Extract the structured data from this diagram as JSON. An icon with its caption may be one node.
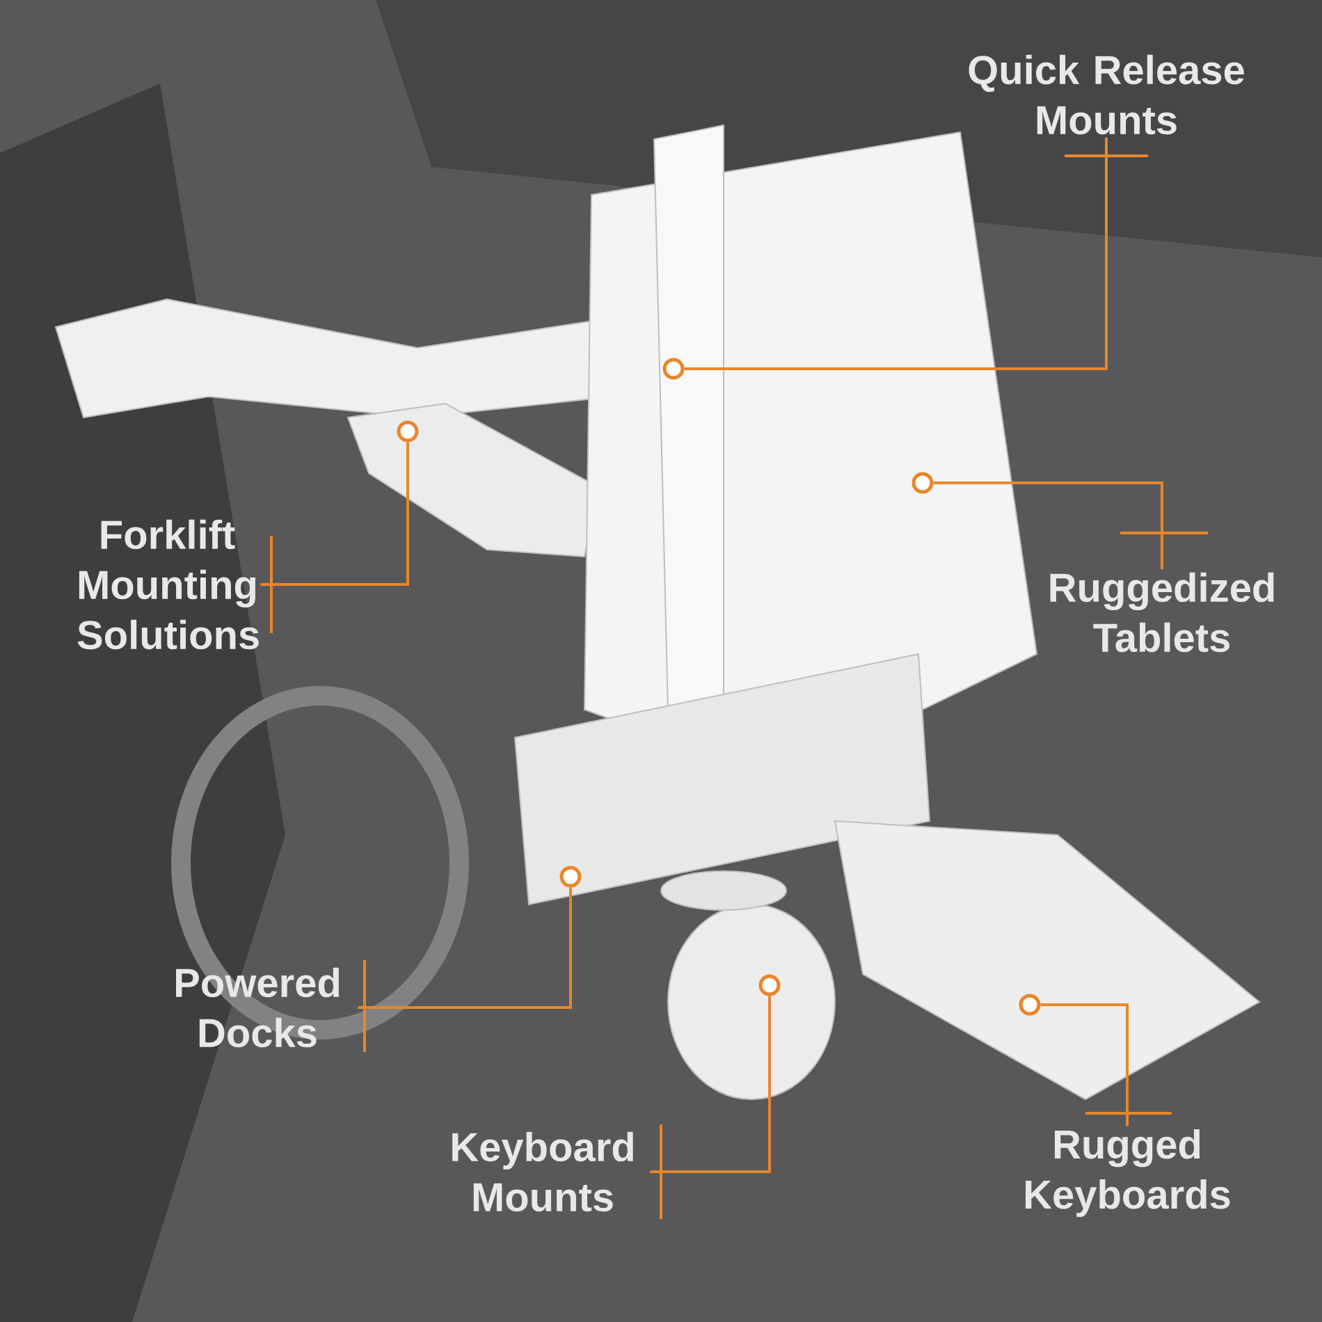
{
  "diagram": {
    "nodes": [
      {
        "text": [
          "Quick Release Mounts"
        ]
      },
      {
        "text": [
          "Forklift Mounting Solutions"
        ]
      },
      {
        "text": [
          "Ruggedized Tablets"
        ]
      },
      {
        "text": [
          "Powered Docks"
        ]
      },
      {
        "text": [
          "Keyboard Mounts"
        ]
      },
      {
        "text": [
          "Rugged Keyboards"
        ]
      },
      {
        "text": [],
        "shape": "circle"
      },
      {
        "text": [],
        "shape": "circle"
      },
      {
        "text": [],
        "shape": "circle"
      },
      {
        "text": [],
        "shape": "circle"
      },
      {
        "text": [],
        "shape": "circle"
      },
      {
        "text": [],
        "shape": "circle"
      }
    ],
    "edges": [
      {
        "from": 0,
        "to": 6,
        "arrow": "none"
      },
      {
        "from": 1,
        "to": 7,
        "arrow": "none"
      },
      {
        "from": 2,
        "to": 8,
        "arrow": "none"
      },
      {
        "from": 3,
        "to": 9,
        "arrow": "none"
      },
      {
        "from": 4,
        "to": 10,
        "arrow": "none"
      },
      {
        "from": 5,
        "to": 11,
        "arrow": "none"
      }
    ]
  }
}
